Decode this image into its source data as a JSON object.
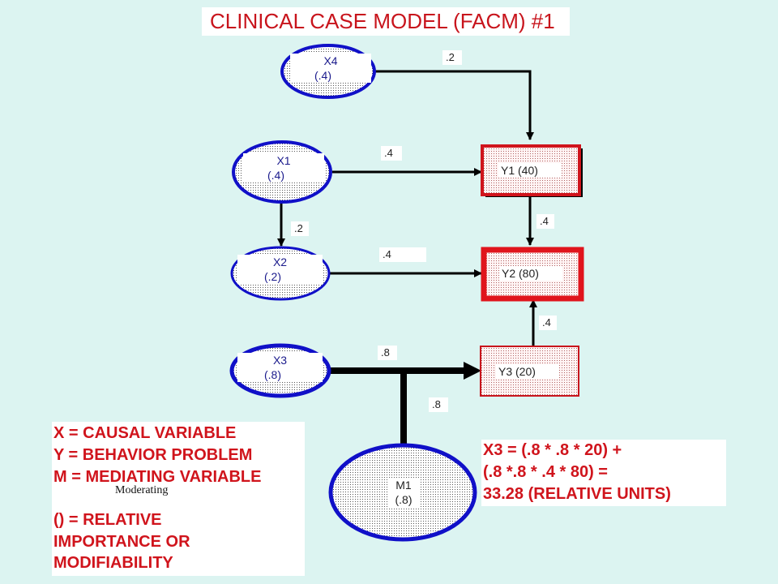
{
  "title": "CLINICAL CASE MODEL (FACM) #1",
  "colors": {
    "background": "#dcf4f1",
    "accent_red": "#d0141c",
    "node_blue": "#1010c8"
  },
  "nodes": {
    "X4": {
      "name": "X4",
      "value": "(.4)"
    },
    "X1": {
      "name": "X1",
      "value": "(.4)"
    },
    "X2": {
      "name": "X2",
      "value": "(.2)"
    },
    "X3": {
      "name": "X3",
      "value": "(.8)"
    },
    "M1": {
      "name": "M1",
      "value": "(.8)"
    },
    "Y1": {
      "label": "Y1 (40)"
    },
    "Y2": {
      "label": "Y2 (80)"
    },
    "Y3": {
      "label": "Y3 (20)"
    }
  },
  "edges": {
    "X4_Y1": ".2",
    "X1_Y1": ".4",
    "X1_X2": ".2",
    "X2_Y2": ".4",
    "Y1_Y2": ".4",
    "Y3_Y2": ".4",
    "X3_Y3": ".8",
    "M1_X3Y3": ".8"
  },
  "legend": {
    "lines": [
      "X = CAUSAL VARIABLE",
      "Y = BEHAVIOR PROBLEM",
      "M = MEDIATING VARIABLE",
      "() = RELATIVE",
      "IMPORTANCE OR",
      "MODIFIABILITY"
    ],
    "annotation": "Moderating"
  },
  "formula": {
    "lines": [
      "X3 = (.8 * .8 * 20) +",
      "(.8 *.8 * .4 * 80) =",
      "33.28 (RELATIVE UNITS)"
    ]
  }
}
